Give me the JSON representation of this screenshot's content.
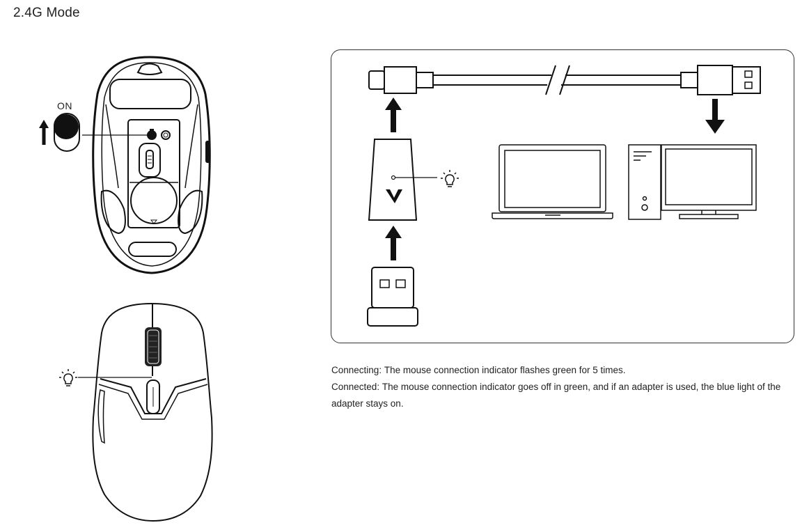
{
  "page": {
    "title": "2.4G Mode"
  },
  "bottom_view": {
    "switch_label": "ON"
  },
  "adapter": {
    "logo": "V"
  },
  "captions": [
    {
      "label": "Connecting",
      "separator": ":",
      "text": "The mouse connection indicator flashes green for 5 times."
    },
    {
      "label": "Connected",
      "separator": ":",
      "text": "The mouse connection indicator goes off in green, and if an adapter is used, the blue light of the adapter stays on."
    }
  ],
  "icons": [
    "up-arrow-icon",
    "down-arrow-icon",
    "light-bulb-icon",
    "usb-plug-icon",
    "laptop-icon",
    "desktop-pc-icon"
  ]
}
